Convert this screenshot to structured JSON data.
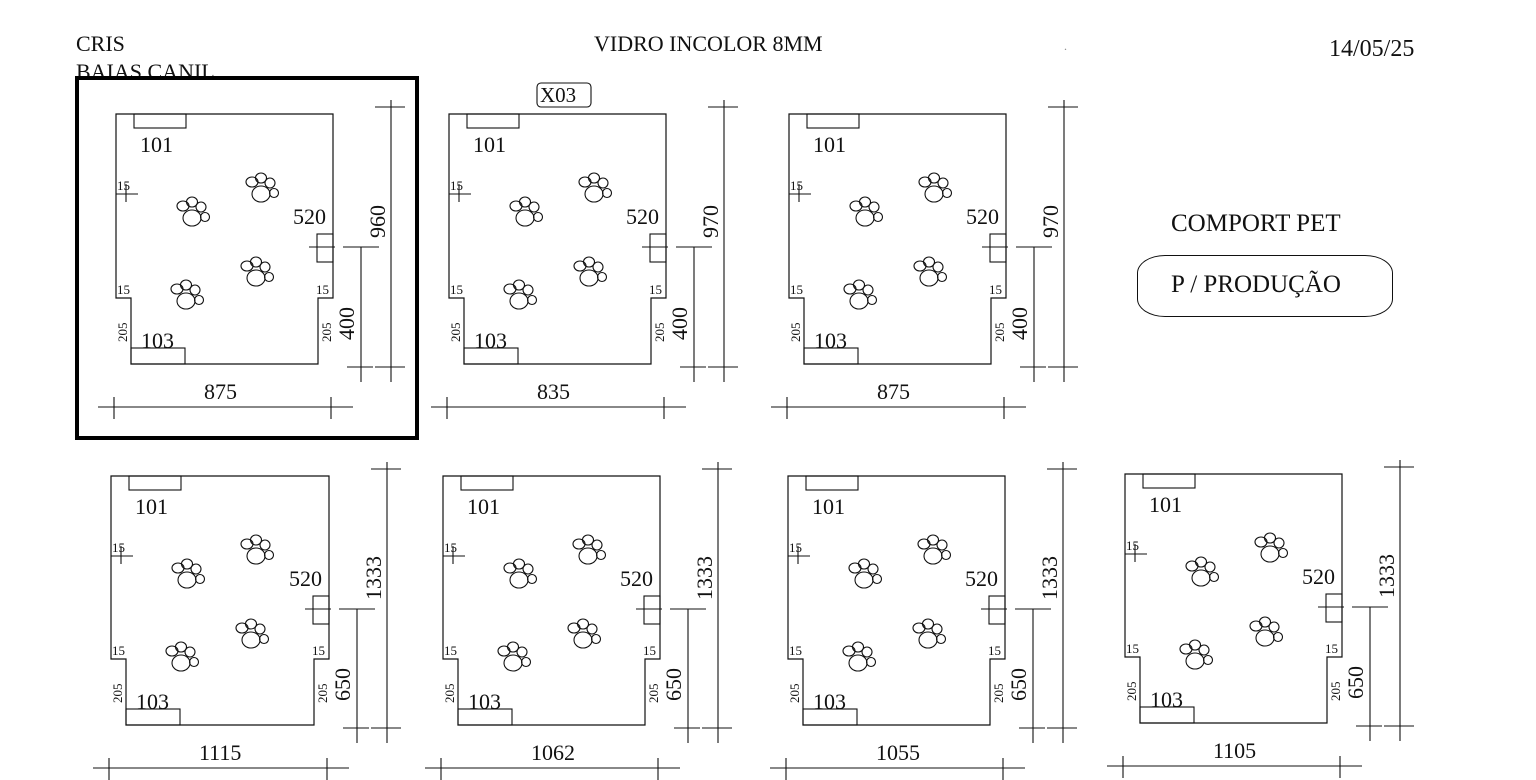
{
  "header": {
    "client": "CRIS",
    "project": "BAIAS CANIL",
    "material": "VIDRO INCOLOR 8MM",
    "date": "14/05/25",
    "mark": "."
  },
  "notes": {
    "line": "COMPORT PET",
    "stamp": "P / PRODUÇÃO"
  },
  "pieces": [
    {
      "id": "piece-1",
      "width": "875",
      "height": "960",
      "cut_height": "400",
      "hole_top": "101",
      "hole_bottom": "103",
      "cut_depth": "520",
      "margin_top": "15",
      "margin_mid": "15",
      "margin_right": "15",
      "cut_side": "205",
      "cut_side_right": "205",
      "selected": true,
      "qty_tag": ""
    },
    {
      "id": "piece-2",
      "width": "835",
      "height": "970",
      "cut_height": "400",
      "hole_top": "101",
      "hole_bottom": "103",
      "cut_depth": "520",
      "margin_top": "15",
      "margin_mid": "15",
      "margin_right": "15",
      "cut_side": "205",
      "cut_side_right": "205",
      "selected": false,
      "qty_tag": "X03"
    },
    {
      "id": "piece-3",
      "width": "875",
      "height": "970",
      "cut_height": "400",
      "hole_top": "101",
      "hole_bottom": "103",
      "cut_depth": "520",
      "margin_top": "15",
      "margin_mid": "15",
      "margin_right": "15",
      "cut_side": "205",
      "cut_side_right": "205",
      "selected": false,
      "qty_tag": ""
    },
    {
      "id": "piece-4",
      "width": "1115",
      "height": "1333",
      "cut_height": "650",
      "hole_top": "101",
      "hole_bottom": "103",
      "cut_depth": "520",
      "margin_top": "15",
      "margin_mid": "15",
      "margin_right": "15",
      "cut_side": "205",
      "cut_side_right": "205",
      "selected": false,
      "qty_tag": ""
    },
    {
      "id": "piece-5",
      "width": "1062",
      "height": "1333",
      "cut_height": "650",
      "hole_top": "101",
      "hole_bottom": "103",
      "cut_depth": "520",
      "margin_top": "15",
      "margin_mid": "15",
      "margin_right": "15",
      "cut_side": "205",
      "cut_side_right": "205",
      "selected": false,
      "qty_tag": ""
    },
    {
      "id": "piece-6",
      "width": "1055",
      "height": "1333",
      "cut_height": "650",
      "hole_top": "101",
      "hole_bottom": "103",
      "cut_depth": "520",
      "margin_top": "15",
      "margin_mid": "15",
      "margin_right": "15",
      "cut_side": "205",
      "cut_side_right": "205",
      "selected": false,
      "qty_tag": ""
    },
    {
      "id": "piece-7",
      "width": "1105",
      "height": "1333",
      "cut_height": "650",
      "hole_top": "101",
      "hole_bottom": "103",
      "cut_depth": "520",
      "margin_top": "15",
      "margin_mid": "15",
      "margin_right": "15",
      "cut_side": "205",
      "cut_side_right": "205",
      "selected": false,
      "qty_tag": ""
    }
  ]
}
